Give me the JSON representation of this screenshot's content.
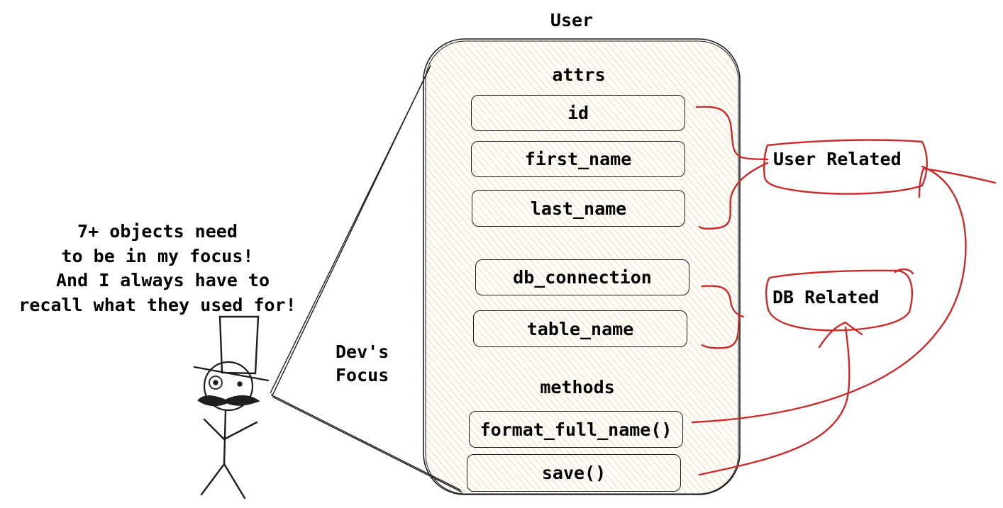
{
  "class_title": "User",
  "attrs_label": "attrs",
  "methods_label": "methods",
  "fields": {
    "id": "id",
    "first_name": "first_name",
    "last_name": "last_name",
    "db_connection": "db_connection",
    "table_name": "table_name",
    "format_full_name": "format_full_name()",
    "save": "save()"
  },
  "groups": {
    "user_related": "User Related",
    "db_related": "DB Related"
  },
  "dev_focus": [
    "Dev's",
    "Focus"
  ],
  "quote_lines": [
    "7+ objects need",
    "to be in my focus!",
    " And I always have to",
    "recall what they used for!"
  ],
  "colors": {
    "class_fill": "#f5c86a",
    "arrow_red": "#c92a2a",
    "stroke": "#1e1e1e"
  }
}
